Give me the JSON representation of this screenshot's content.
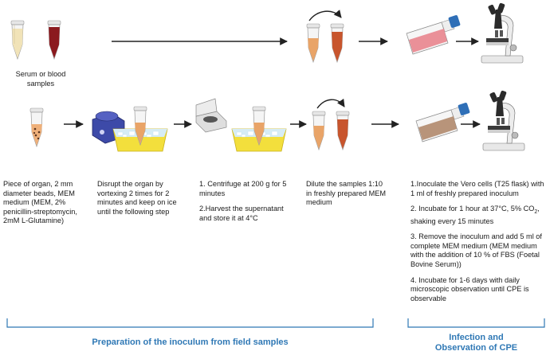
{
  "labels": {
    "samples": "Serum or blood samples",
    "col1": "Piece of organ, 2 mm diameter beads, MEM medium (MEM, 2% penicillin-streptomycin, 2mM L-Glutamine)",
    "col2": "Disrupt the organ by vortexing 2 times for 2 minutes and keep on ice until the following step",
    "col3_1": "1. Centrifuge at 200 g for 5 minutes",
    "col3_2": "2.Harvest the supernatant and store it at 4°C",
    "col4": "Dilute the samples 1:10 in freshly prepared MEM medium",
    "col5_1": "1.Inoculate the Vero cells (T25 flask) with 1 ml of freshly prepared inoculum",
    "col5_2a": "2. Incubate for 1 hour at 37°C,     5% CO",
    "col5_2sub": "2",
    "col5_2b": ", shaking every 15  minutes",
    "col5_3": "3. Remove the inoculum and add 5 ml of complete MEM medium (MEM medium with the addition of 10 % of FBS (Foetal Bovine Serum))",
    "col5_4": "4. Incubate for 1-6 days with daily microscopic observation  until CPE is observable"
  },
  "sections": {
    "preparation": "Preparation of the inoculum from field samples",
    "infection_1": "Infection and",
    "infection_2": "Observation of CPE"
  },
  "colors": {
    "accent": "#2f78b5",
    "serum": "#f1e3b8",
    "blood": "#8b1a1f",
    "orange": "#e9a468",
    "rust": "#c8552d",
    "medium_pink": "#e9858e",
    "flask_brown": "#b18a6d",
    "ice_tray": "#f3df3c"
  }
}
